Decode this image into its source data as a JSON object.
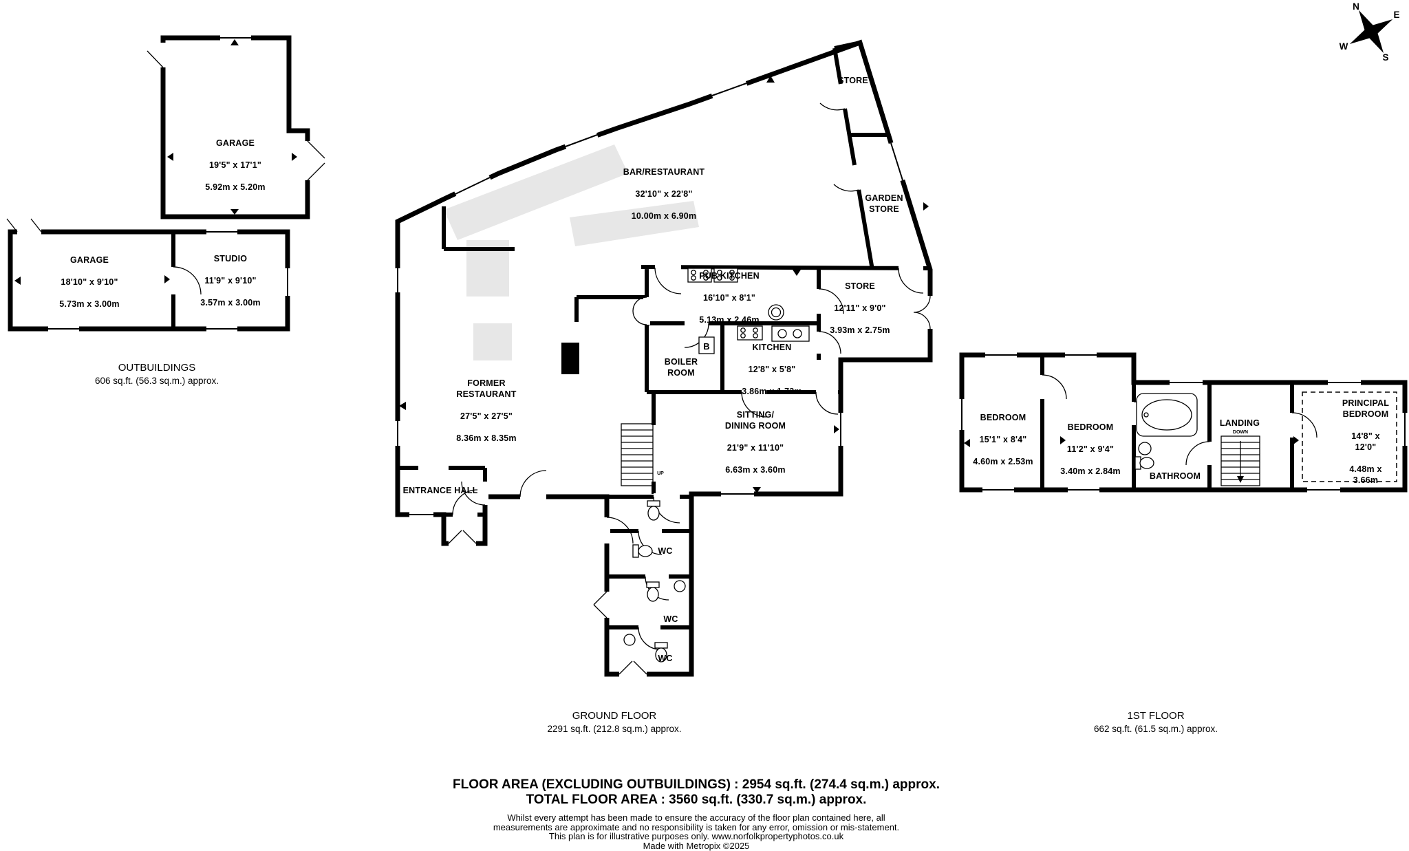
{
  "compass": {
    "n": "N",
    "e": "E",
    "s": "S",
    "w": "W"
  },
  "outbuildings": {
    "title": "OUTBUILDINGS",
    "area": "606 sq.ft. (56.3 sq.m.) approx.",
    "garage_large": {
      "name": "GARAGE",
      "imperial": "19'5\" x 17'1\"",
      "metric": "5.92m x 5.20m"
    },
    "garage_small": {
      "name": "GARAGE",
      "imperial": "18'10\" x 9'10\"",
      "metric": "5.73m x 3.00m"
    },
    "studio": {
      "name": "STUDIO",
      "imperial": "11'9\" x 9'10\"",
      "metric": "3.57m x 3.00m"
    }
  },
  "ground_floor": {
    "title": "GROUND FLOOR",
    "area": "2291 sq.ft. (212.8 sq.m.) approx.",
    "store_top": {
      "name": "STORE"
    },
    "garden_store": {
      "name": "GARDEN\nSTORE"
    },
    "bar_restaurant": {
      "name": "BAR/RESTAURANT",
      "imperial": "32'10\" x 22'8\"",
      "metric": "10.00m x 6.90m"
    },
    "pub_kitchen": {
      "name": "PUB KITCHEN",
      "imperial": "16'10\" x 8'1\"",
      "metric": "5.13m x 2.46m"
    },
    "store": {
      "name": "STORE",
      "imperial": "12'11\" x 9'0\"",
      "metric": "3.93m x 2.75m"
    },
    "boiler_room": {
      "name": "BOILER\nROOM"
    },
    "kitchen": {
      "name": "KITCHEN",
      "imperial": "12'8\" x 5'8\"",
      "metric": "3.86m x 1.73m"
    },
    "former_restaurant": {
      "name": "FORMER\nRESTAURANT",
      "imperial": "27'5\" x 27'5\"",
      "metric": "8.36m x 8.35m"
    },
    "sitting_dining": {
      "name": "SITTING/\nDINING ROOM",
      "imperial": "21'9\" x 11'10\"",
      "metric": "6.63m x 3.60m"
    },
    "entrance_hall": {
      "name": "ENTRANCE HALL"
    },
    "wc1": {
      "name": "WC"
    },
    "wc2": {
      "name": "WC"
    },
    "wc3": {
      "name": "WC"
    },
    "up_label": "UP",
    "boiler_letter": "B"
  },
  "first_floor": {
    "title": "1ST FLOOR",
    "area": "662 sq.ft. (61.5 sq.m.) approx.",
    "bedroom1": {
      "name": "BEDROOM",
      "imperial": "15'1\" x 8'4\"",
      "metric": "4.60m x 2.53m"
    },
    "bedroom2": {
      "name": "BEDROOM",
      "imperial": "11'2\" x 9'4\"",
      "metric": "3.40m x 2.84m"
    },
    "bathroom": {
      "name": "BATHROOM"
    },
    "landing": {
      "name": "LANDING"
    },
    "down_label": "DOWN",
    "principal_bedroom": {
      "name": "PRINCIPAL\nBEDROOM",
      "imperial": "14'8\" x 12'0\"",
      "metric": "4.48m x 3.66m"
    }
  },
  "footer": {
    "floor_area": "FLOOR AREA (EXCLUDING OUTBUILDINGS) : 2954 sq.ft. (274.4 sq.m.) approx.",
    "total_area": "TOTAL FLOOR AREA : 3560 sq.ft. (330.7 sq.m.) approx.",
    "disclaimer1": "Whilst every attempt has been made to ensure the accuracy of the floor plan contained here, all",
    "disclaimer2": "measurements are approximate and no responsibility is taken for any error, omission or mis-statement.",
    "disclaimer3": "This plan is for illustrative purposes only. www.norfolkpropertyphotos.co.uk",
    "credit": "Made with Metropix ©2025"
  }
}
